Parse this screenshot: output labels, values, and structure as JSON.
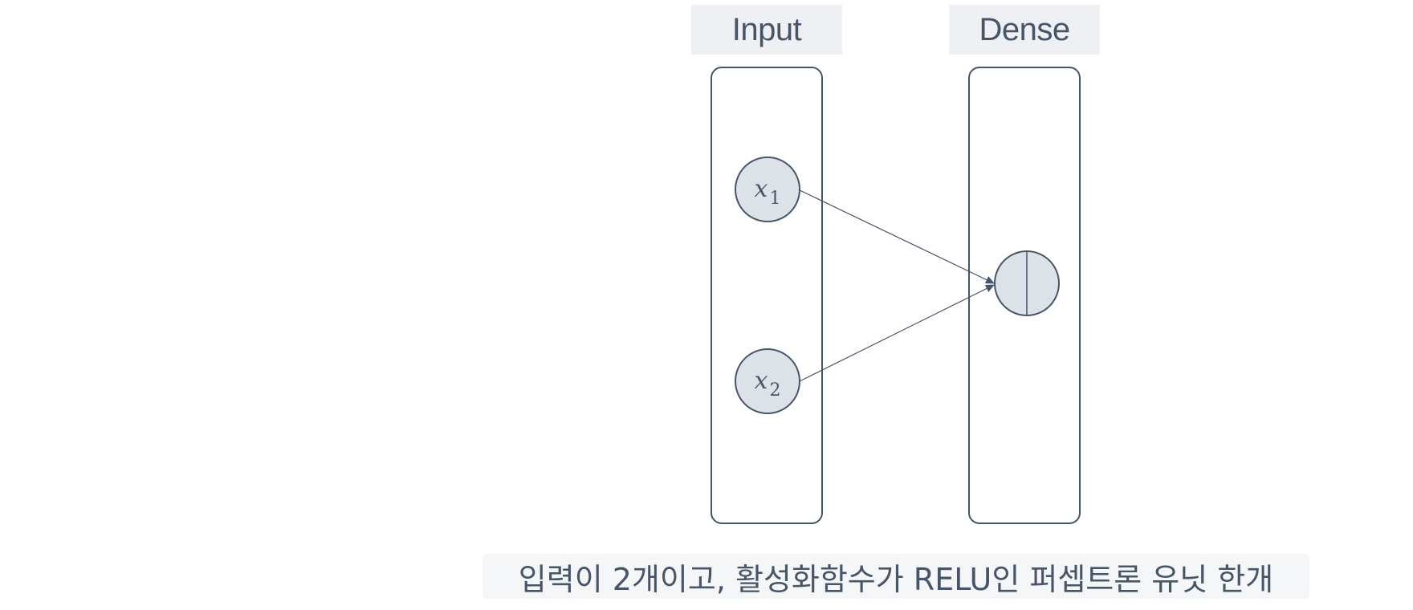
{
  "layers": [
    {
      "name": "Input"
    },
    {
      "name": "Dense"
    }
  ],
  "input_neurons": [
    {
      "symbol": "x",
      "subscript": "1"
    },
    {
      "symbol": "x",
      "subscript": "2"
    }
  ],
  "caption": "입력이 2개이고, 활성화함수가 RELU인 퍼셉트론 유닛 한개",
  "colors": {
    "stroke": "#475569",
    "neuron_fill": "#dde1e8",
    "header_bg": "#eef0f4",
    "caption_bg": "#f5f6f8"
  }
}
